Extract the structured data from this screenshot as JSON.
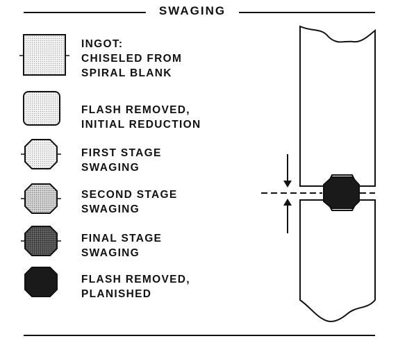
{
  "title": "SWAGING",
  "colors": {
    "ink": "#111111",
    "light_fill": "#e6e6e6",
    "mid_fill": "#bdbdbd",
    "dark_fill": "#8a8a8a",
    "darker_fill": "#5a5a5a",
    "black_fill": "#1a1a1a"
  },
  "stages": [
    {
      "lines": [
        "INGOT:",
        "CHISELED FROM",
        "SPIRAL BLANK"
      ],
      "shape": "square-with-flash"
    },
    {
      "lines": [
        "FLASH REMOVED,",
        "INITIAL REDUCTION"
      ],
      "shape": "rounded-square"
    },
    {
      "lines": [
        "FIRST STAGE",
        "SWAGING"
      ],
      "shape": "octagon-with-flash"
    },
    {
      "lines": [
        "SECOND STAGE",
        "SWAGING"
      ],
      "shape": "octagon-with-flash"
    },
    {
      "lines": [
        "FINAL STAGE",
        "SWAGING"
      ],
      "shape": "octagon-with-flash"
    },
    {
      "lines": [
        "FLASH REMOVED,",
        "PLANISHED"
      ],
      "shape": "octagon"
    }
  ]
}
